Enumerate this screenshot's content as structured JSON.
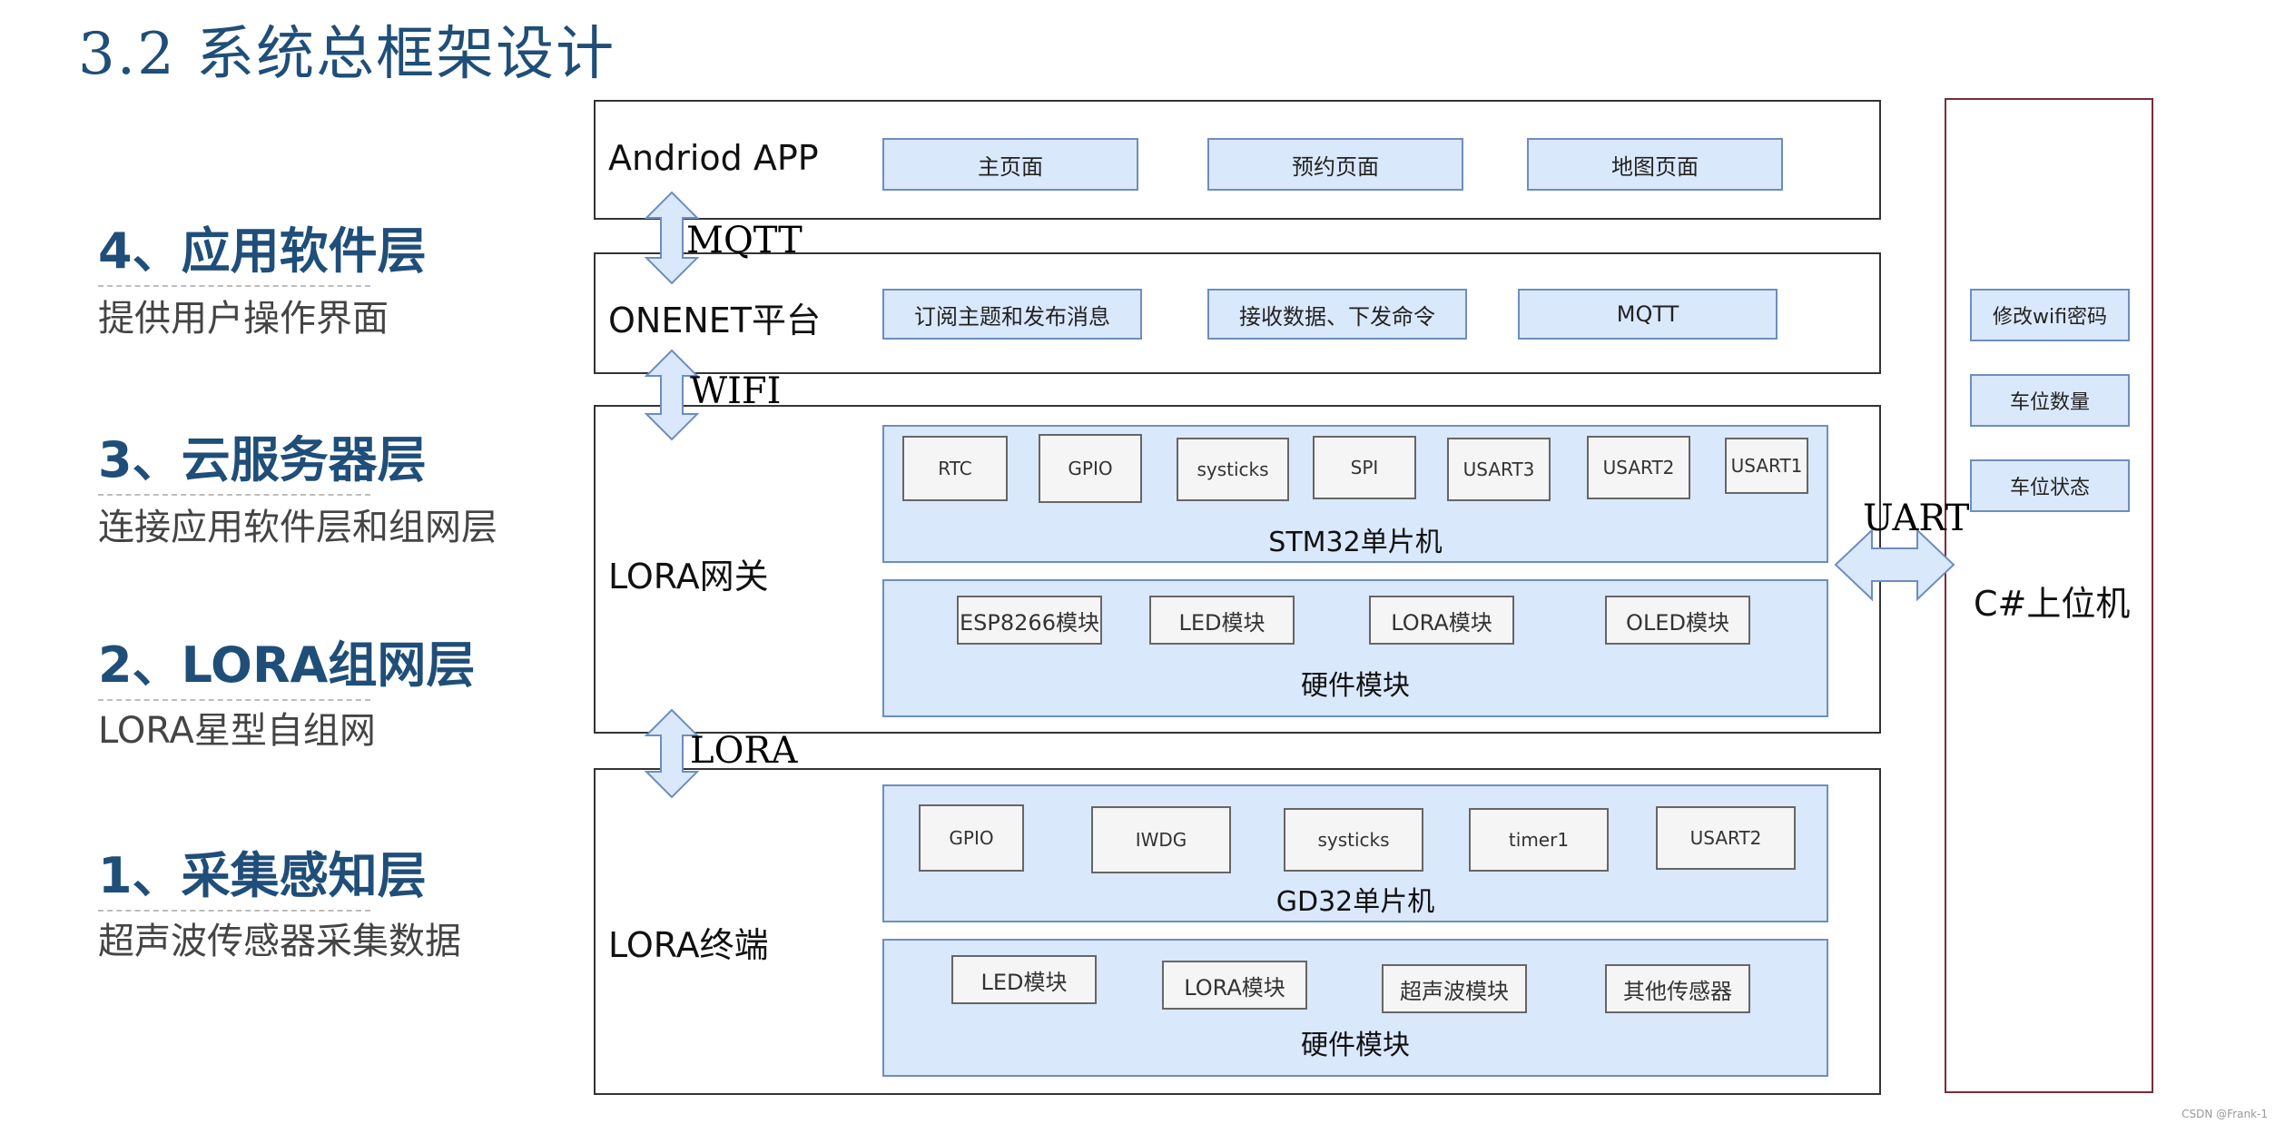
{
  "title": "3.2 系统总框架设计",
  "layers": [
    {
      "heading": "4、应用软件层",
      "desc": "提供用户操作界面"
    },
    {
      "heading": "3、云服务器层",
      "desc": "连接应用软件层和组网层"
    },
    {
      "heading": "2、LORA组网层",
      "desc": "LORA星型自组网"
    },
    {
      "heading": "1、采集感知层",
      "desc": "超声波传感器采集数据"
    }
  ],
  "app": {
    "label": "Andriod APP",
    "pages": [
      "主页面",
      "预约页面",
      "地图页面"
    ]
  },
  "onenet": {
    "label": "ONENET平台",
    "items": [
      "订阅主题和发布消息",
      "接收数据、下发命令",
      "MQTT"
    ]
  },
  "gateway": {
    "label": "LORA网关",
    "mcu": {
      "caption": "STM32单片机",
      "chips": [
        "RTC",
        "GPIO",
        "systicks",
        "SPI",
        "USART3",
        "USART2",
        "USART1"
      ]
    },
    "hw": {
      "caption": "硬件模块",
      "chips": [
        "ESP8266模块",
        "LED模块",
        "LORA模块",
        "OLED模块"
      ]
    }
  },
  "terminal": {
    "label": "LORA终端",
    "mcu": {
      "caption": "GD32单片机",
      "chips": [
        "GPIO",
        "IWDG",
        "systicks",
        "timer1",
        "USART2"
      ]
    },
    "hw": {
      "caption": "硬件模块",
      "chips": [
        "LED模块",
        "LORA模块",
        "超声波模块",
        "其他传感器"
      ]
    }
  },
  "protocols": {
    "mqtt": "MQTT",
    "wifi": "WIFI",
    "lora": "LORA",
    "uart": "UART"
  },
  "pc": {
    "label": "C#上位机",
    "items": [
      "修改wifi密码",
      "车位数量",
      "车位状态"
    ]
  },
  "watermark": "CSDN @Frank-1",
  "colors": {
    "title": "#1f4e79",
    "module_fill": "#dae8fc",
    "module_border": "#6c8ebf",
    "panel_border": "#7a2b38"
  }
}
